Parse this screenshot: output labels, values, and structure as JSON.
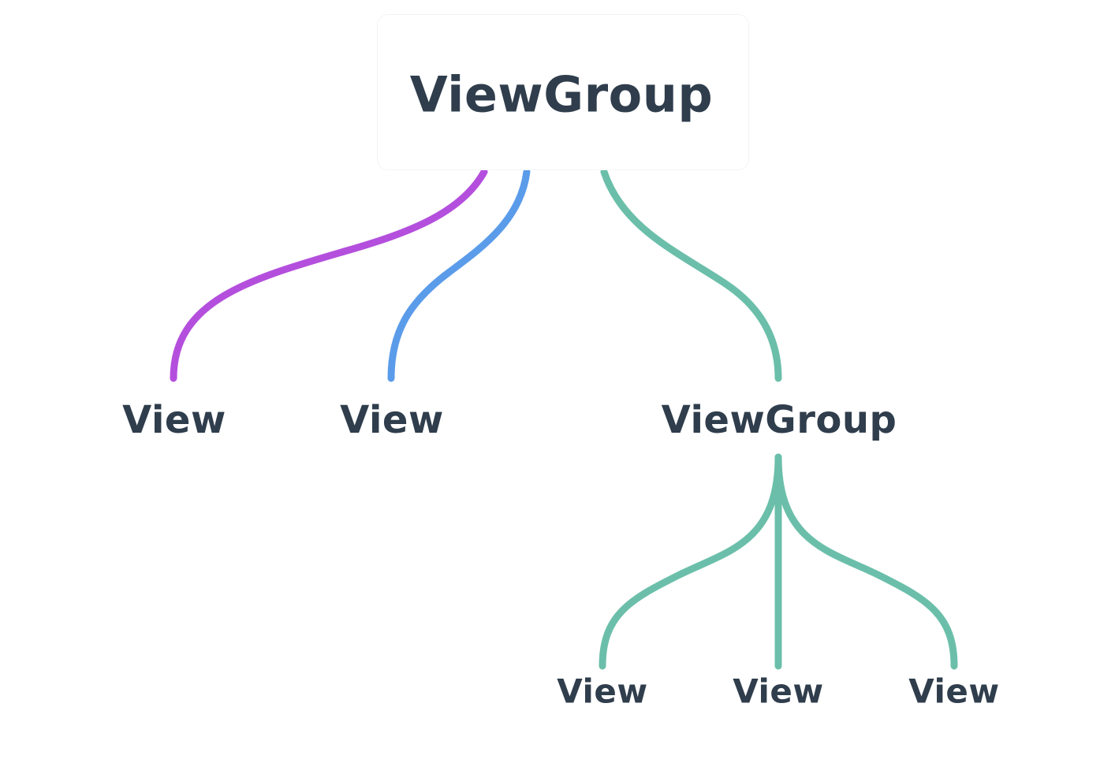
{
  "diagram": {
    "root": {
      "label": "ViewGroup"
    },
    "children": [
      {
        "label": "View"
      },
      {
        "label": "View"
      },
      {
        "label": "ViewGroup",
        "children": [
          {
            "label": "View"
          },
          {
            "label": "View"
          },
          {
            "label": "View"
          }
        ]
      }
    ],
    "colors": {
      "text": "#2f3d4c",
      "edge_view_1": "#b44fdd",
      "edge_view_2": "#5b9cea",
      "edge_group": "#6bbfaa"
    }
  }
}
